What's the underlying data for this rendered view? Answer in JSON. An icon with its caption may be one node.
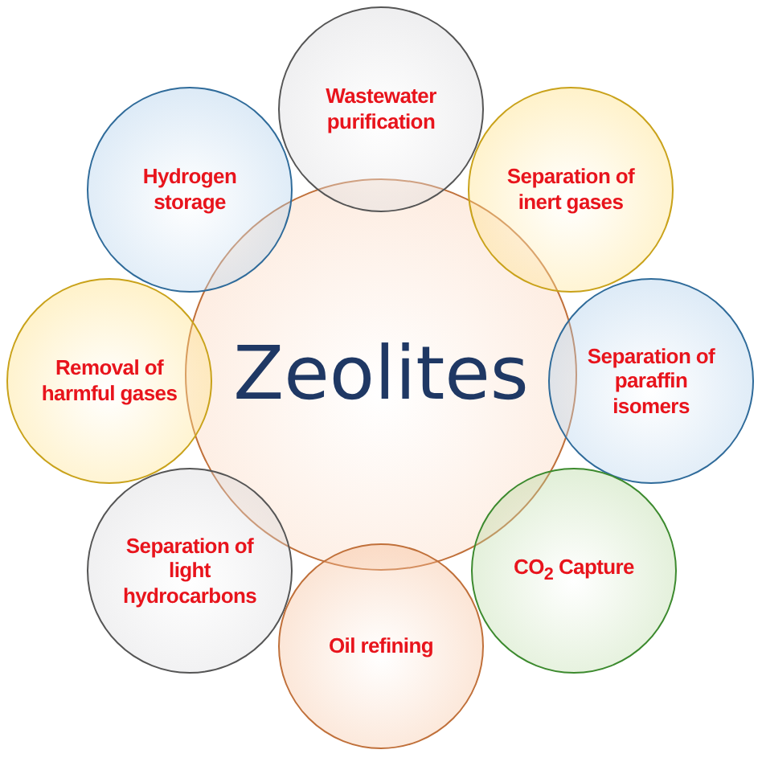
{
  "diagram": {
    "nodes": [
      {
        "text": [
          "Wastewater purification"
        ]
      },
      {
        "text": [
          "Hydrogen storage"
        ]
      },
      {
        "text": [
          "Separation of inert gases"
        ]
      },
      {
        "text": [
          "Removal of harmful gases"
        ]
      },
      {
        "text": [
          "Zeolites"
        ]
      },
      {
        "text": [
          "Separation of paraffin isomers"
        ]
      },
      {
        "text": [
          "Separation of light hydrocarbons"
        ]
      },
      {
        "text": [
          "CO$_{2}$ Capture"
        ]
      },
      {
        "text": [
          "Oil refining"
        ]
      }
    ]
  }
}
